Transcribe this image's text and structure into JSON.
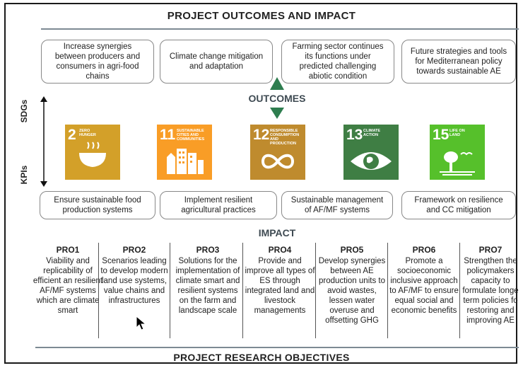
{
  "titles": {
    "top": "PROJECT OUTCOMES AND IMPACT",
    "outcomes": "OUTCOMES",
    "impact": "IMPACT",
    "bottom": "PROJECT RESEARCH OBJECTIVES"
  },
  "axis": {
    "sdgs": "SDGs",
    "kpis": "KPIs"
  },
  "outcome_boxes": [
    "Increase synergies between producers and consumers in agri-food chains",
    "Climate change mitigation and adaptation",
    "Farming sector continues its functions under predicted challenging abiotic condition",
    "Future strategies and tools for Mediterranean policy towards sustainable AE"
  ],
  "sdg_tiles": [
    {
      "number": "2",
      "label": "ZERO HUNGER",
      "color": "#D3A029",
      "icon": "food-bowl-icon"
    },
    {
      "number": "11",
      "label": "SUSTAINABLE CITIES AND COMMUNITIES",
      "color": "#F99D26",
      "icon": "city-buildings-icon"
    },
    {
      "number": "12",
      "label": "RESPONSIBLE CONSUMPTION AND PRODUCTION",
      "color": "#BF8B2E",
      "icon": "infinity-loop-icon"
    },
    {
      "number": "13",
      "label": "CLIMATE ACTION",
      "color": "#3F7E44",
      "icon": "eye-globe-icon"
    },
    {
      "number": "15",
      "label": "LIFE ON LAND",
      "color": "#56C02B",
      "icon": "tree-bird-icon"
    }
  ],
  "kpi_boxes": [
    "Ensure sustainable food production systems",
    "Implement resilient agricultural practices",
    "Sustainable management of AF/MF systems",
    "Framework on resilience and CC mitigation"
  ],
  "objectives": [
    {
      "code": "PRO1",
      "text": "Viability and replicability of efficient an resilient AF/MF systems which are climate smart"
    },
    {
      "code": "PRO2",
      "text": "Scenarios leading to develop modern land use systems, value chains and infrastructures"
    },
    {
      "code": "PRO3",
      "text": "Solutions for the implementation of climate smart and resilient systems on the farm and landscape scale"
    },
    {
      "code": "PRO4",
      "text": "Provide and improve all types of ES through integrated land and livestock managements"
    },
    {
      "code": "PRO5",
      "text": "Develop synergies between AE production units to avoid wastes, lessen water overuse and offsetting GHG"
    },
    {
      "code": "PRO6",
      "text": "Promote a socioeconomic inclusive approach to AF/MF to ensure equal social and economic benefits"
    },
    {
      "code": "PRO7",
      "text": "Strengthen the policymakers capacity to formulate longe term policies fo restoring and improving AE"
    }
  ],
  "colors": {
    "arrow": "#2e7d4f",
    "rule": "#7d8a93"
  }
}
